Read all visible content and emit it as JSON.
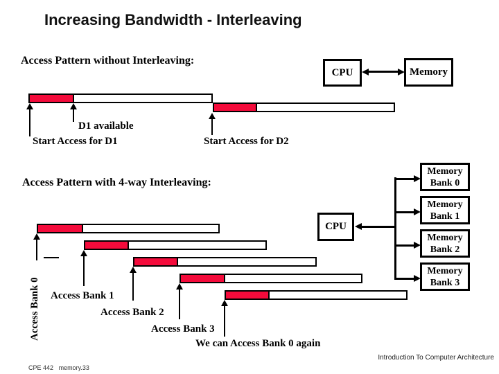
{
  "slide": {
    "title": "Increasing Bandwidth - Interleaving",
    "footer_course": "CPE 442",
    "footer_file": "memory.33",
    "footer_right": "Introduction To Computer Architecture"
  },
  "colors": {
    "red": "#F40B3B",
    "black": "#000000"
  },
  "section_without": {
    "heading": "Access Pattern without Interleaving:",
    "cpu_label": "CPU",
    "memory_label": "Memory",
    "d1_available": "D1 available",
    "start_d1": "Start Access for D1",
    "start_d2": "Start Access for D2"
  },
  "section_interleaved": {
    "heading": "Access Pattern with 4-way Interleaving:",
    "cpu_label": "CPU",
    "banks": [
      {
        "line1": "Memory",
        "line2": "Bank 0"
      },
      {
        "line1": "Memory",
        "line2": "Bank 1"
      },
      {
        "line1": "Memory",
        "line2": "Bank 2"
      },
      {
        "line1": "Memory",
        "line2": "Bank 3"
      }
    ],
    "access_bank0": "Access Bank 0",
    "access_bank1": "Access Bank 1",
    "access_bank2": "Access Bank 2",
    "access_bank3": "Access Bank 3",
    "again": "We can Access Bank 0 again"
  }
}
